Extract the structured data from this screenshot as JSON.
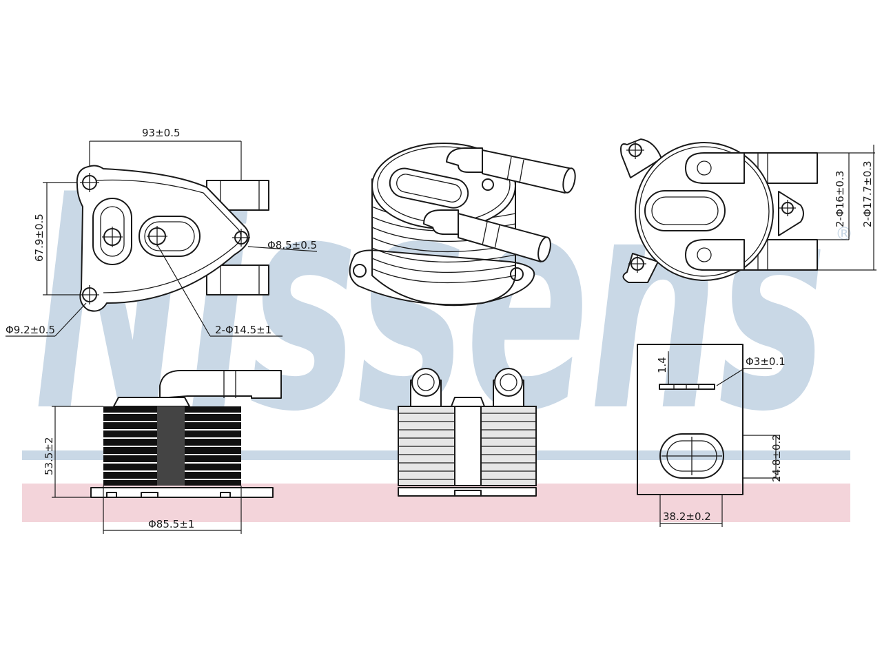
{
  "watermark": {
    "text": "Nissens",
    "registered_mark": "®",
    "color": "#c9d8e6",
    "band_blue": "#c9d8e6",
    "band_pink": "#f3d4da"
  },
  "dimensions": {
    "width_top": "93±0.5",
    "height_left": "67.9±0.5",
    "hole_small": "Φ8.5±0.5",
    "hole_bolt": "Φ9.2±0.5",
    "ports": "2-Φ14.5±1",
    "pipe_inner": "2-Φ16±0.3",
    "pipe_outer": "2-Φ17.7±0.3",
    "body_height": "53.5±2",
    "body_diameter": "Φ85.5±1",
    "plate_thickness": "1.4",
    "pin_diameter": "Φ3±0.1",
    "slot_height": "24.8±0.2",
    "slot_width": "38.2±0.2"
  }
}
